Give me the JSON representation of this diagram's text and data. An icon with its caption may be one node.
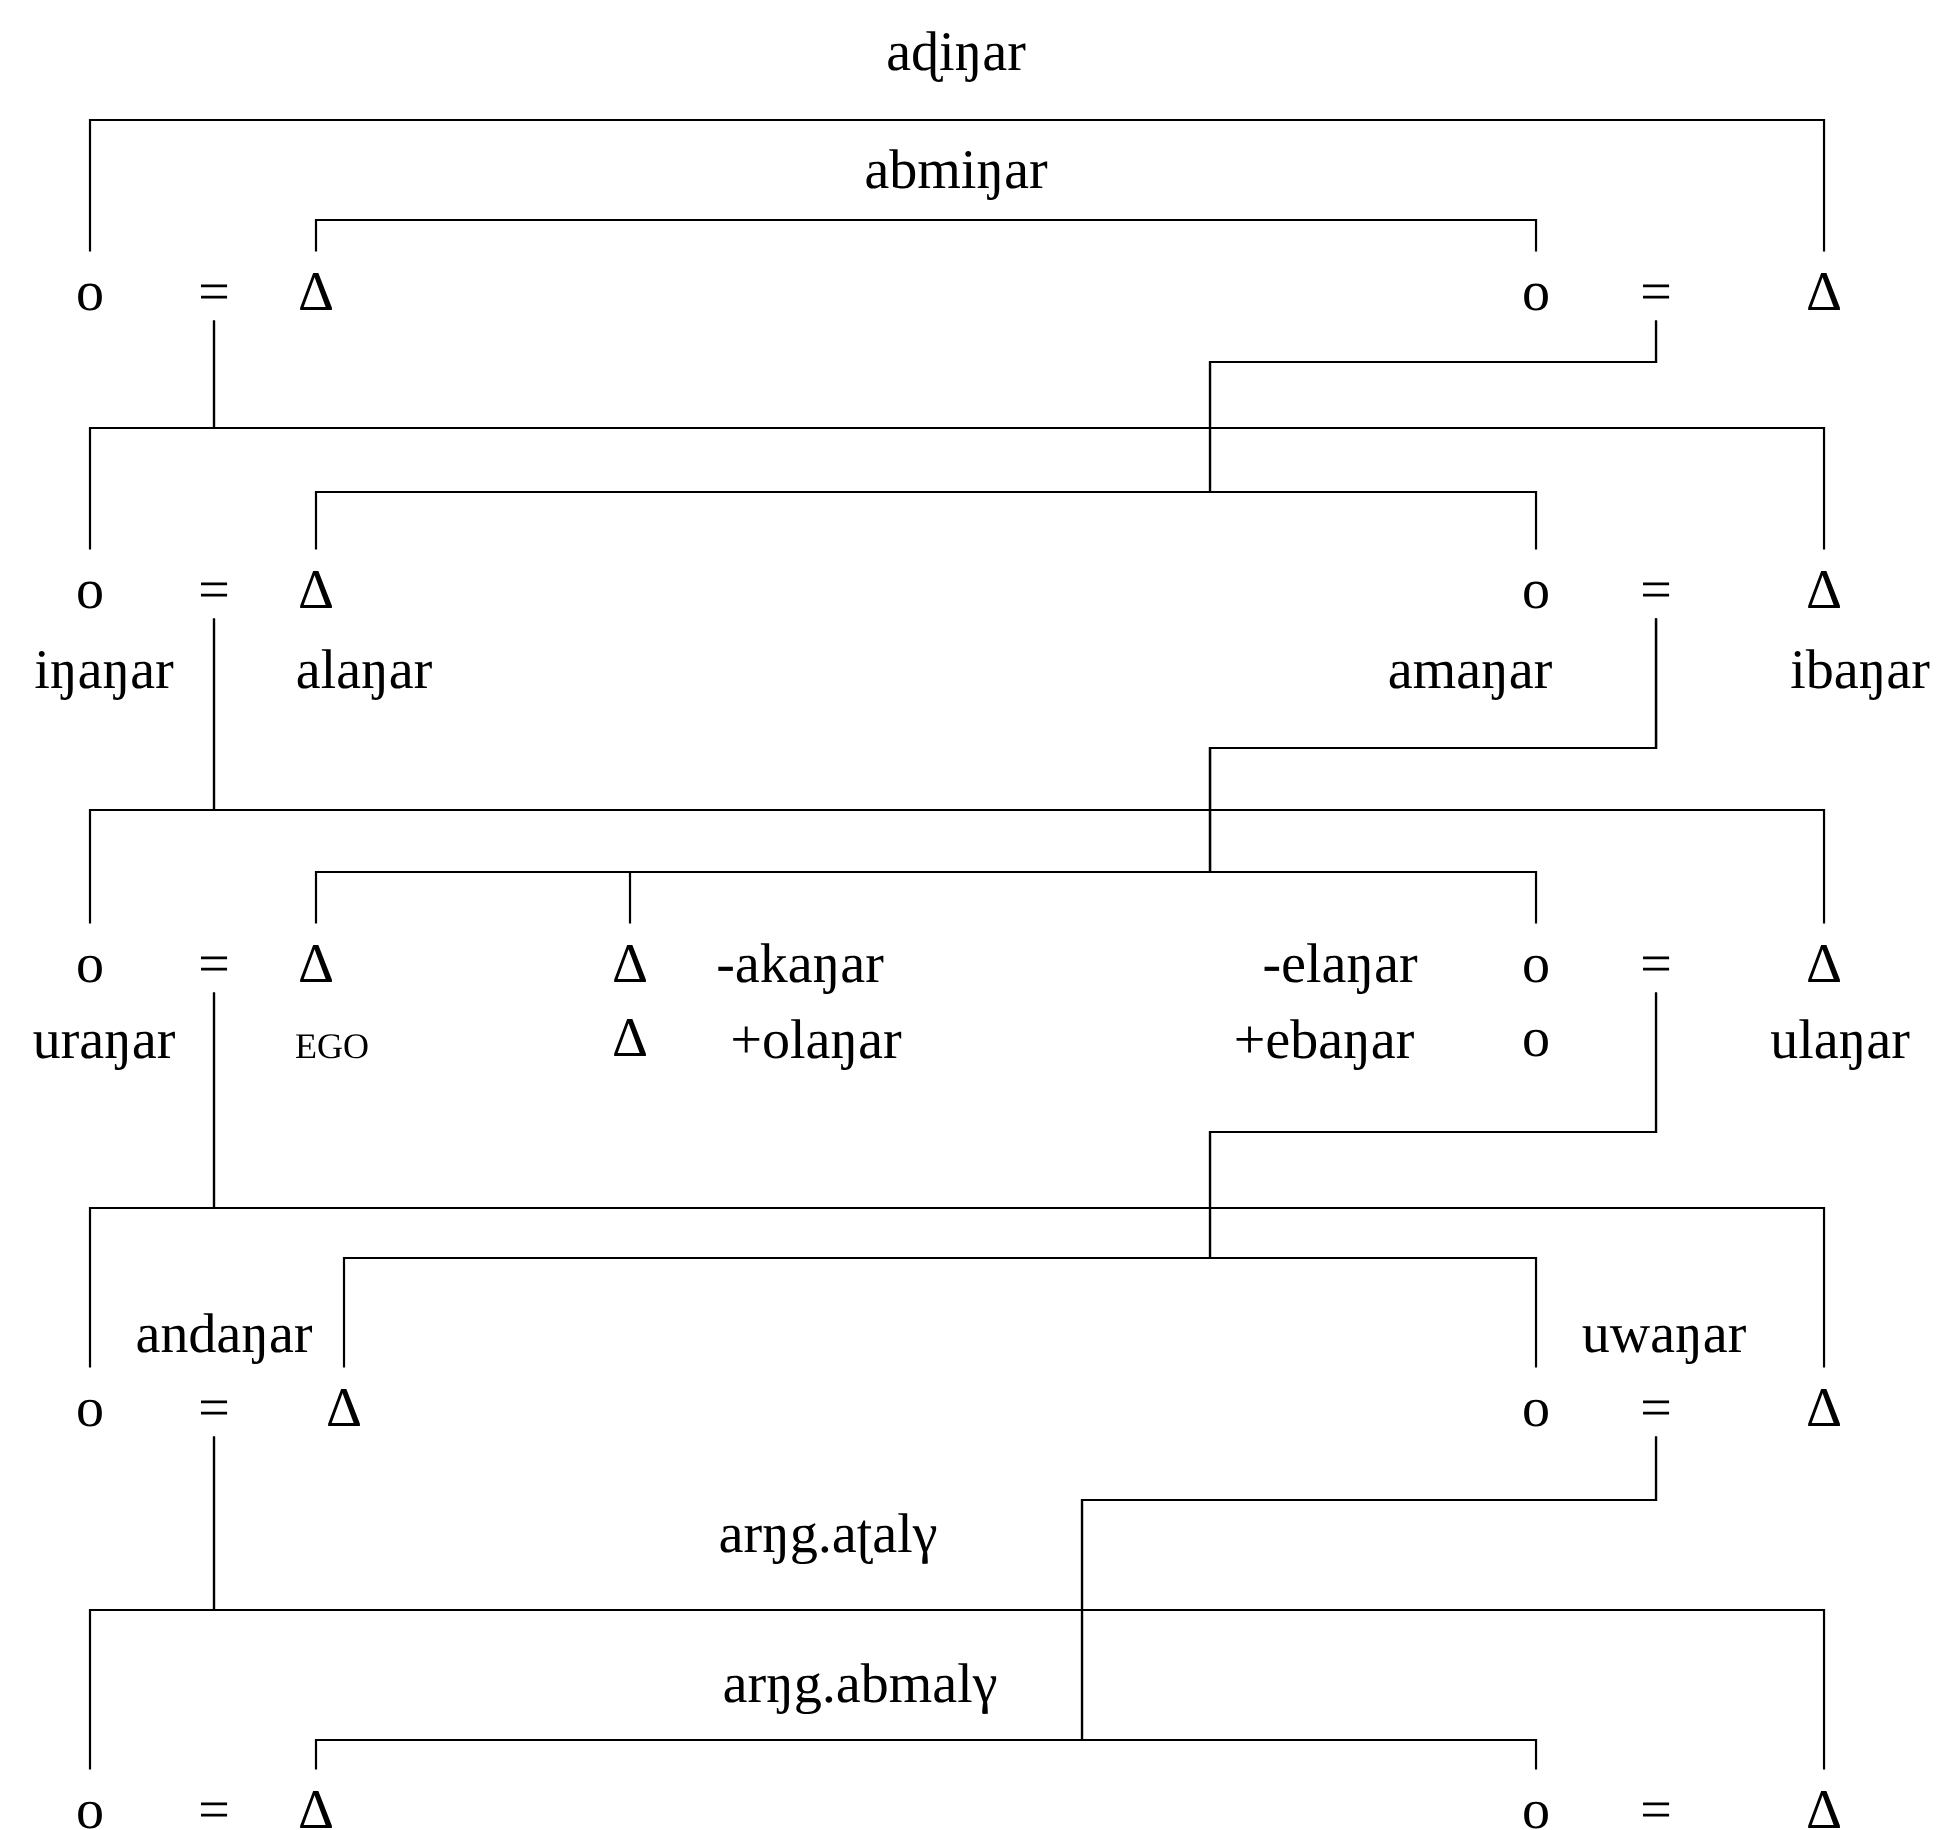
{
  "diagram": {
    "nodes": [
      {
        "text": [
          "o"
        ]
      },
      {
        "text": [
          "="
        ]
      },
      {
        "text": [
          "Δ"
        ]
      },
      {
        "text": [
          "o"
        ]
      },
      {
        "text": [
          "="
        ]
      },
      {
        "text": [
          "Δ"
        ]
      },
      {
        "text": [
          "o"
        ],
        "beside": [
          "iŋaŋar"
        ]
      },
      {
        "text": [
          "="
        ]
      },
      {
        "text": [
          "Δ"
        ],
        "beside": [
          "alaŋar"
        ]
      },
      {
        "text": [
          "o"
        ],
        "beside": [
          "amaŋar"
        ]
      },
      {
        "text": [
          "="
        ]
      },
      {
        "text": [
          "Δ"
        ],
        "beside": [
          "ibaŋar"
        ]
      },
      {
        "text": [
          "o"
        ],
        "beside": [
          "uraŋar"
        ]
      },
      {
        "text": [
          "="
        ]
      },
      {
        "text": [
          "Δ"
        ],
        "beside": [
          "EGO"
        ]
      },
      {
        "text": [
          "Δ"
        ],
        "beside": [
          "-akaŋar"
        ]
      },
      {
        "text": [
          "o"
        ],
        "beside": [
          "-elaŋar"
        ]
      },
      {
        "text": [
          "="
        ]
      },
      {
        "text": [
          "Δ"
        ],
        "beside": [
          "ulaŋar"
        ]
      },
      {
        "text": [
          "Δ"
        ],
        "beside": [
          "+olaŋar"
        ]
      },
      {
        "text": [
          "o"
        ],
        "beside": [
          "+ebaŋar"
        ]
      },
      {
        "text": [
          "o"
        ]
      },
      {
        "text": [
          "="
        ]
      },
      {
        "text": [
          "Δ"
        ],
        "beside": [
          "andaŋar"
        ]
      },
      {
        "text": [
          "o"
        ]
      },
      {
        "text": [
          "="
        ]
      },
      {
        "text": [
          "Δ"
        ],
        "beside": [
          "uwaŋar"
        ]
      },
      {
        "text": [
          "o"
        ]
      },
      {
        "text": [
          "="
        ]
      },
      {
        "text": [
          "Δ"
        ]
      },
      {
        "text": [
          "o"
        ]
      },
      {
        "text": [
          "="
        ]
      },
      {
        "text": [
          "Δ"
        ]
      }
    ],
    "edges": [
      {
        "from": 0,
        "to": 5,
        "arrow": "none",
        "label": "aɖiŋar"
      },
      {
        "from": 2,
        "to": 3,
        "arrow": "none",
        "label": "abmiŋar"
      },
      {
        "from": 1,
        "to": 6,
        "arrow": "none"
      },
      {
        "from": 1,
        "to": 11,
        "arrow": "none"
      },
      {
        "from": 4,
        "to": 8,
        "arrow": "none"
      },
      {
        "from": 4,
        "to": 9,
        "arrow": "none"
      },
      {
        "from": 7,
        "to": 12,
        "arrow": "none"
      },
      {
        "from": 7,
        "to": 18,
        "arrow": "none"
      },
      {
        "from": 10,
        "to": 14,
        "arrow": "none"
      },
      {
        "from": 10,
        "to": 15,
        "arrow": "none"
      },
      {
        "from": 10,
        "to": 16,
        "arrow": "none"
      },
      {
        "from": 13,
        "to": 21,
        "arrow": "none"
      },
      {
        "from": 13,
        "to": 26,
        "arrow": "none"
      },
      {
        "from": 17,
        "to": 23,
        "arrow": "none"
      },
      {
        "from": 17,
        "to": 24,
        "arrow": "none"
      },
      {
        "from": 22,
        "to": 27,
        "arrow": "none"
      },
      {
        "from": 22,
        "to": 32,
        "arrow": "none",
        "label": "arŋg.aʈalγ"
      },
      {
        "from": 25,
        "to": 29,
        "arrow": "none",
        "label": "arŋg.abmalγ"
      },
      {
        "from": 25,
        "to": 30,
        "arrow": "none"
      }
    ]
  }
}
